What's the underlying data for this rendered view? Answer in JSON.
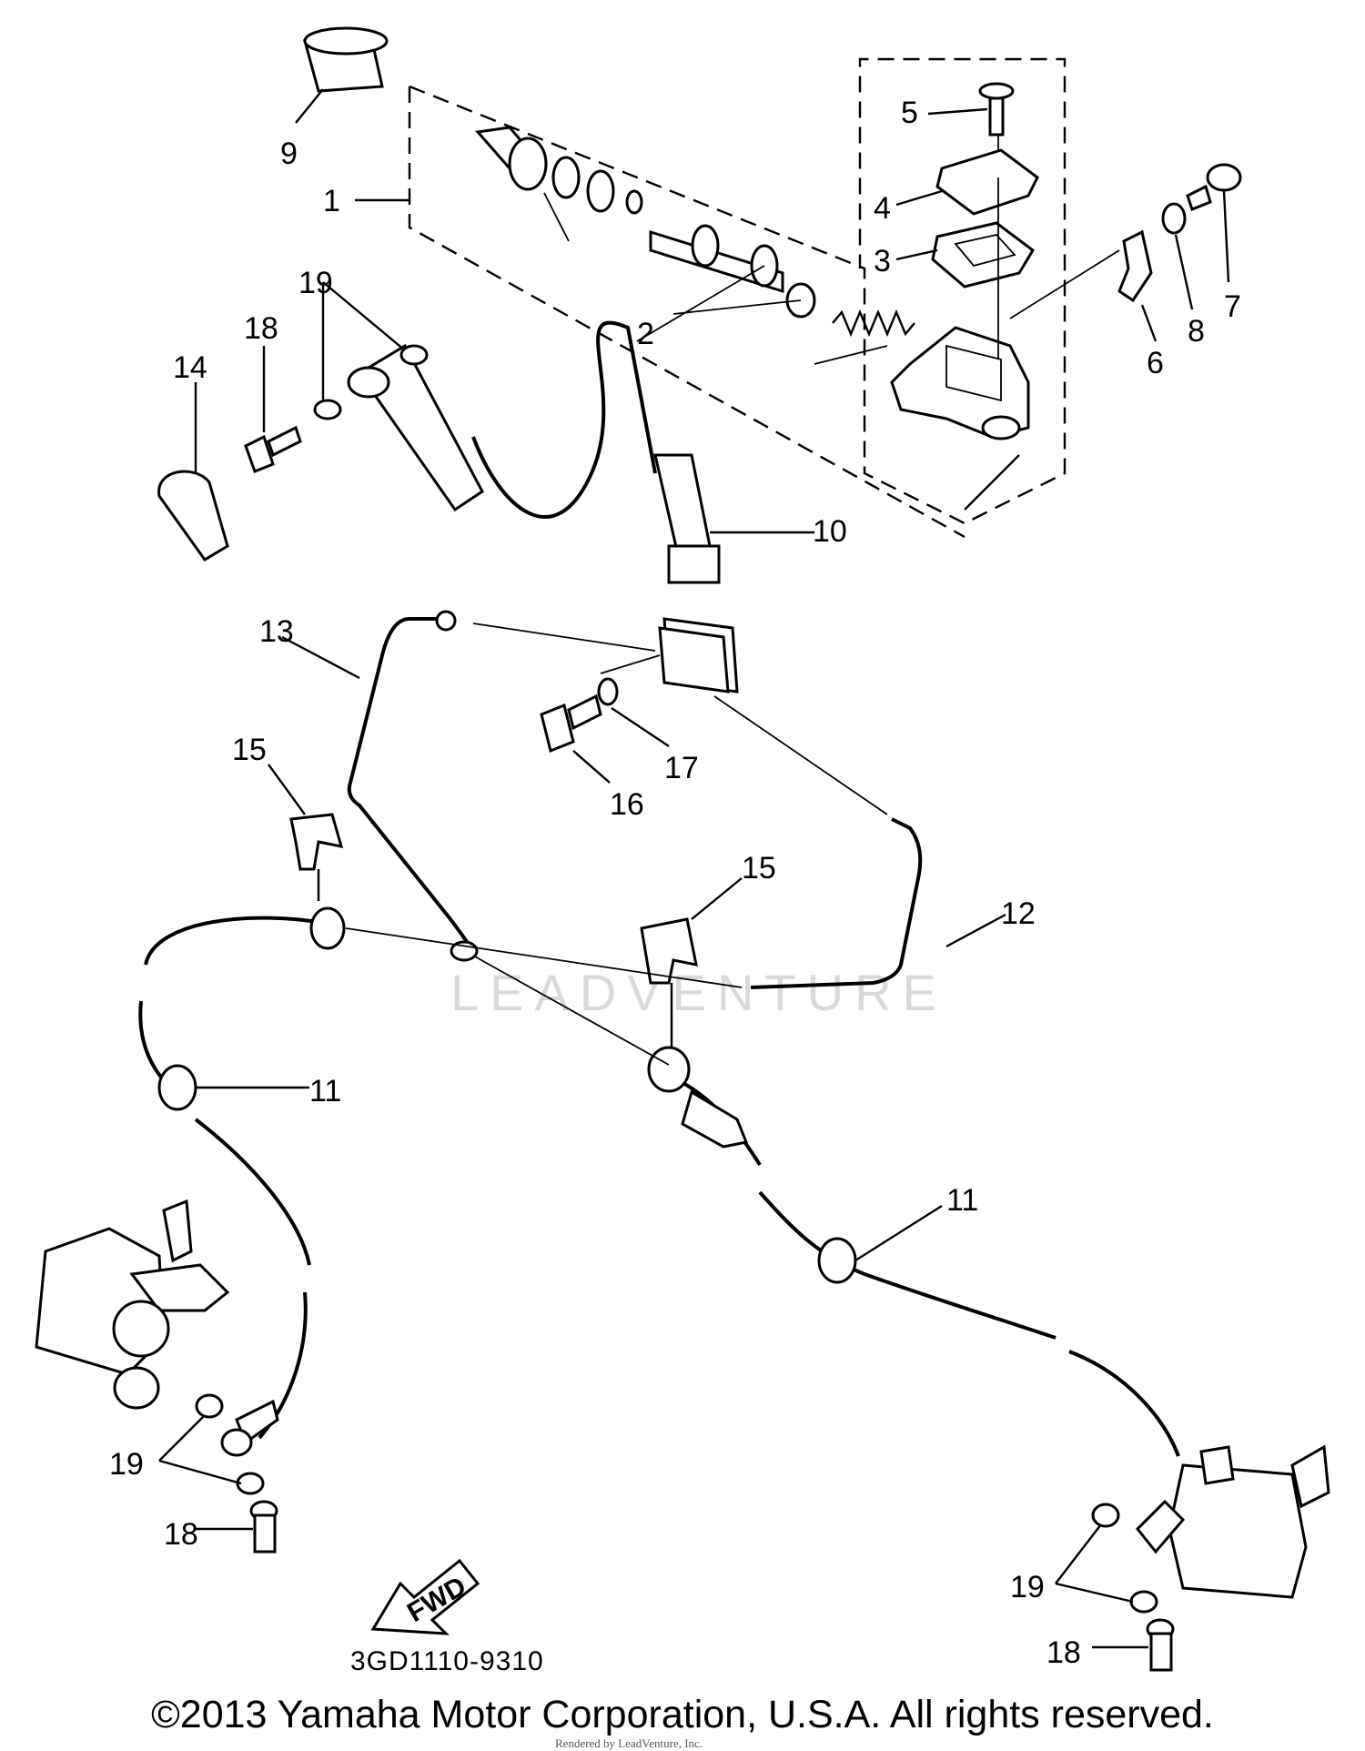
{
  "callouts": {
    "c1": "1",
    "c2": "2",
    "c3": "3",
    "c4": "4",
    "c5": "5",
    "c6": "6",
    "c7": "7",
    "c8": "8",
    "c9": "9",
    "c10": "10",
    "c11a": "11",
    "c11b": "11",
    "c12": "12",
    "c13": "13",
    "c14": "14",
    "c15a": "15",
    "c15b": "15",
    "c16": "16",
    "c17": "17",
    "c18a": "18",
    "c18b": "18",
    "c18c": "18",
    "c19a": "19",
    "c19b": "19",
    "c19c": "19"
  },
  "part_code": "3GD1110-9310",
  "fwd_label": "FWD",
  "watermark": "LEADVENTURE",
  "copyright": "©2013 Yamaha Motor Corporation, U.S.A. All rights reserved.",
  "render_note": "Rendered by LeadVenture, Inc."
}
